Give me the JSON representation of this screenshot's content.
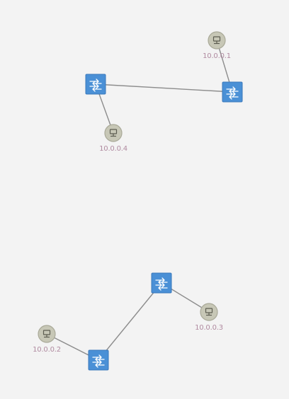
{
  "colors": {
    "background": "#f3f3f3",
    "link": "#8c8c8c",
    "switch_fill": "#4a90d6",
    "switch_stroke": "#3a78bb",
    "host_fill": "#c7c7b6",
    "host_stroke": "#a9a998",
    "host_icon": "#5c5c50",
    "label": "#b08aa0"
  },
  "switches": [
    {
      "id": "s1",
      "icon": "switch-icon"
    },
    {
      "id": "s2",
      "icon": "switch-icon"
    },
    {
      "id": "s3",
      "icon": "switch-icon"
    },
    {
      "id": "s4",
      "icon": "switch-icon"
    }
  ],
  "hosts": [
    {
      "id": "h1",
      "label": "10.0.0.1",
      "icon": "host-icon"
    },
    {
      "id": "h4",
      "label": "10.0.0.4",
      "icon": "host-icon"
    },
    {
      "id": "h3",
      "label": "10.0.0.3",
      "icon": "host-icon"
    },
    {
      "id": "h2",
      "label": "10.0.0.2",
      "icon": "host-icon"
    }
  ],
  "links": [
    {
      "source": "s1",
      "target": "s2"
    },
    {
      "source": "s2",
      "target": "h1"
    },
    {
      "source": "s1",
      "target": "h4"
    },
    {
      "source": "s3",
      "target": "h3"
    },
    {
      "source": "s3",
      "target": "s4"
    },
    {
      "source": "s4",
      "target": "h2"
    }
  ]
}
